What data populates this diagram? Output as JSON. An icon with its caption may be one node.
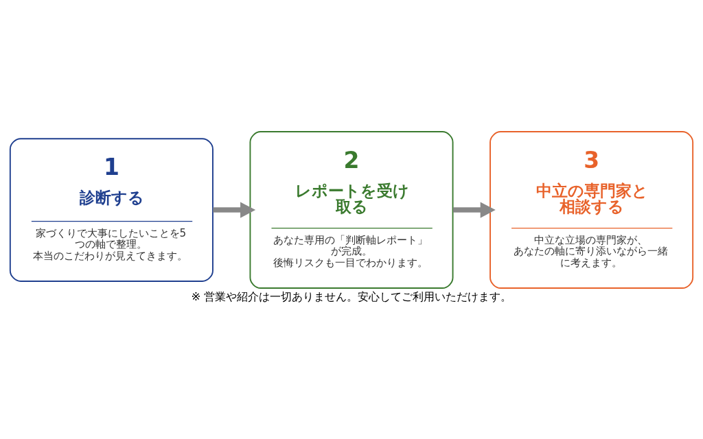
{
  "diagram": {
    "caption": "※ 営業や紹介は一切ありません。安心してご利用いただけます。",
    "nodes": [
      {
        "text": [
          "1",
          "診断する",
          "家づくりで大事にしたいことを5つの軸で整理。本当のこだわりが見えてきます。"
        ]
      },
      {
        "text": [
          "2",
          "レポートを受け取る",
          "あなた専用の「判断軸レポート」が完成。後悔リスクも一目でわかります。"
        ]
      },
      {
        "text": [
          "3",
          "中立の専門家と相談する",
          "中立な立場の専門家が、あなたの軸に寄り添いながら一緒に考えます。"
        ]
      }
    ],
    "edges": [
      {
        "from": 0,
        "to": 1,
        "arrow": "to"
      },
      {
        "from": 1,
        "to": 2,
        "arrow": "to"
      }
    ]
  }
}
